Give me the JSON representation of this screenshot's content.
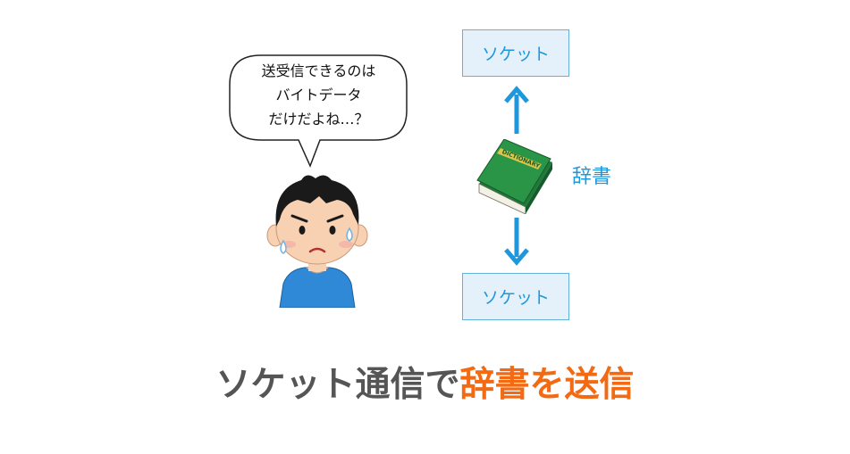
{
  "bubble": {
    "lines": [
      "送受信できるのは",
      "バイトデータ",
      "だけだよね…？"
    ]
  },
  "socket_top": {
    "label": "ソケット"
  },
  "socket_bottom": {
    "label": "ソケット"
  },
  "dictionary": {
    "label": "辞書",
    "book_text": "DICTIONARY"
  },
  "caption": {
    "plain": "ソケット通信で",
    "highlight": "辞書を送信"
  },
  "colors": {
    "accent_blue": "#1f97dd",
    "box_fill": "#e4f1fb",
    "box_border": "#62b2dc",
    "highlight_orange": "#f36a12",
    "caption_gray": "#555555",
    "book_green": "#1f7a3a",
    "shirt_blue": "#2f89d6"
  }
}
